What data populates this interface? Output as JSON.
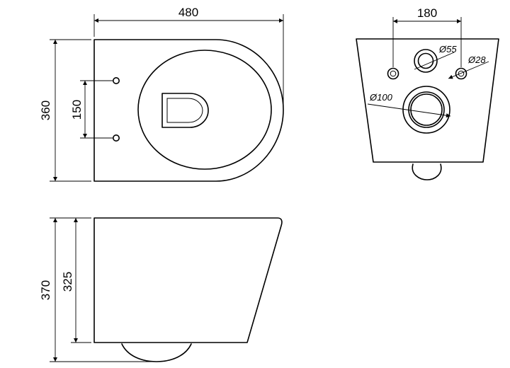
{
  "top_view": {
    "width_label": "480",
    "depth_label": "360",
    "bolt_spacing_label": "150"
  },
  "rear_view": {
    "bolt_spacing_label": "180",
    "inlet_label": "Ø55",
    "bolt_hole_label": "Ø28",
    "outlet_label": "Ø100"
  },
  "side_view": {
    "total_height_label": "370",
    "bowl_height_label": "325"
  }
}
